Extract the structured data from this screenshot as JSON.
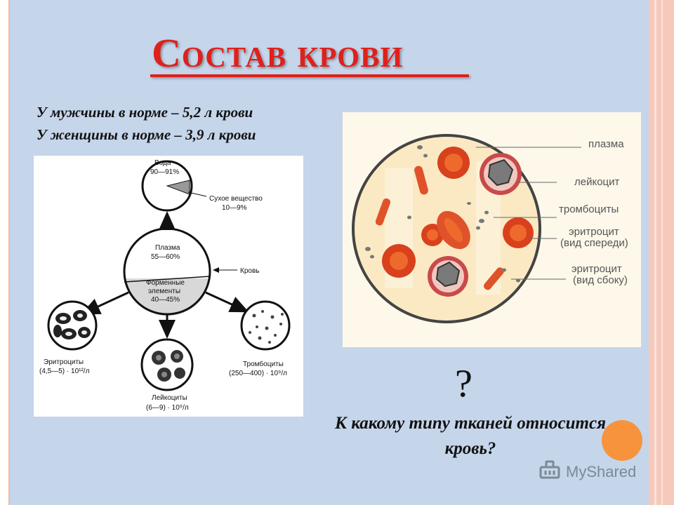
{
  "slide": {
    "title": "Состав крови",
    "norm_male": "У мужчины в норме – 5,2 л крови",
    "norm_female": "У женщины в норме – 3,9 л крови",
    "question_mark": "?",
    "question": "К какому типу тканей относится кровь?"
  },
  "diagram": {
    "water_label": "Вода",
    "water_value": "90—91%",
    "dry_label": "Сухое вещество",
    "dry_value": "10—9%",
    "plasma_label": "Плазма",
    "plasma_value": "55—60%",
    "blood_label": "Кровь",
    "formed_label_1": "Форменные",
    "formed_label_2": "элементы",
    "formed_value": "40—45%",
    "erythrocytes_label": "Эритроциты",
    "erythrocytes_value": "(4,5—5) · 10¹²/л",
    "leukocytes_label": "Лейкоциты",
    "leukocytes_value": "(6—9) · 10⁹/л",
    "platelets_label": "Тромбоциты",
    "platelets_value": "(250—400) · 10⁹/л"
  },
  "micrograph": {
    "plasma": "плазма",
    "leukocyte": "лейкоцит",
    "platelets": "тромбоциты",
    "erythrocyte_front_1": "эритроцит",
    "erythrocyte_front_2": "(вид спереди)",
    "erythrocyte_side_1": "эритроцит",
    "erythrocyte_side_2": "(вид сбоку)"
  },
  "watermark": {
    "text": "MyShared",
    "icon": "myshared-logo-icon"
  },
  "colors": {
    "slide_bg": "#c5d5ea",
    "title": "#e0201b",
    "accent_dot": "#f7933c",
    "cell_red": "#e0522a"
  }
}
